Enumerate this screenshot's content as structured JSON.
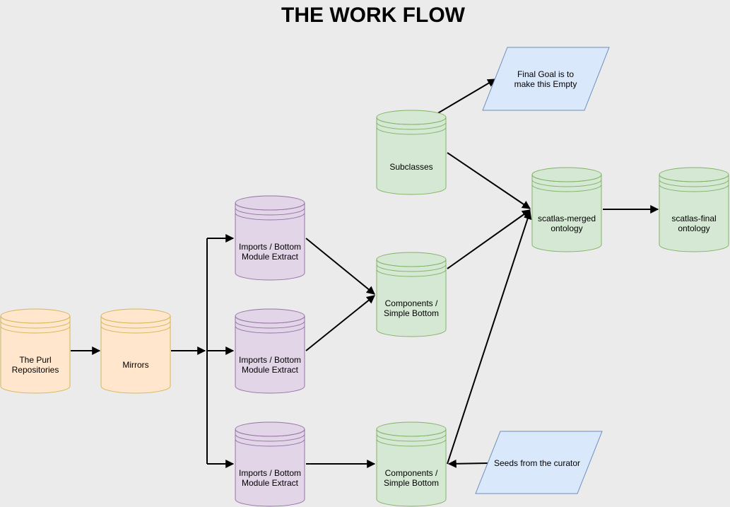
{
  "title": "THE WORK FLOW",
  "colors": {
    "orange_fill": "#ffe6cc",
    "orange_stroke": "#d6b656",
    "purple_fill": "#e1d5e7",
    "purple_stroke": "#9673a6",
    "green_fill": "#d5e8d4",
    "green_stroke": "#82b366",
    "blue_fill": "#dae8fc",
    "blue_stroke": "#6c8ebf",
    "background": "#ebebeb"
  },
  "nodes": {
    "purl": {
      "line1": "The Purl",
      "line2": "Repositories"
    },
    "mirrors": {
      "line1": "Mirrors"
    },
    "imports1": {
      "line1": "Imports / Bottom",
      "line2": "Module Extract"
    },
    "imports2": {
      "line1": "Imports / Bottom",
      "line2": "Module Extract"
    },
    "imports3": {
      "line1": "Imports / Bottom",
      "line2": "Module Extract"
    },
    "subclasses": {
      "line1": "Subclasses"
    },
    "components1": {
      "line1": "Components /",
      "line2": "Simple Bottom"
    },
    "components2": {
      "line1": "Components /",
      "line2": "Simple Bottom"
    },
    "merged": {
      "line1": "scatlas-merged",
      "line2": "ontology"
    },
    "final": {
      "line1": "scatlas-final",
      "line2": "ontology"
    },
    "goal": {
      "line1": "Final Goal is to",
      "line2": "make this Empty"
    },
    "seeds": {
      "line1": "Seeds from the curator"
    }
  }
}
